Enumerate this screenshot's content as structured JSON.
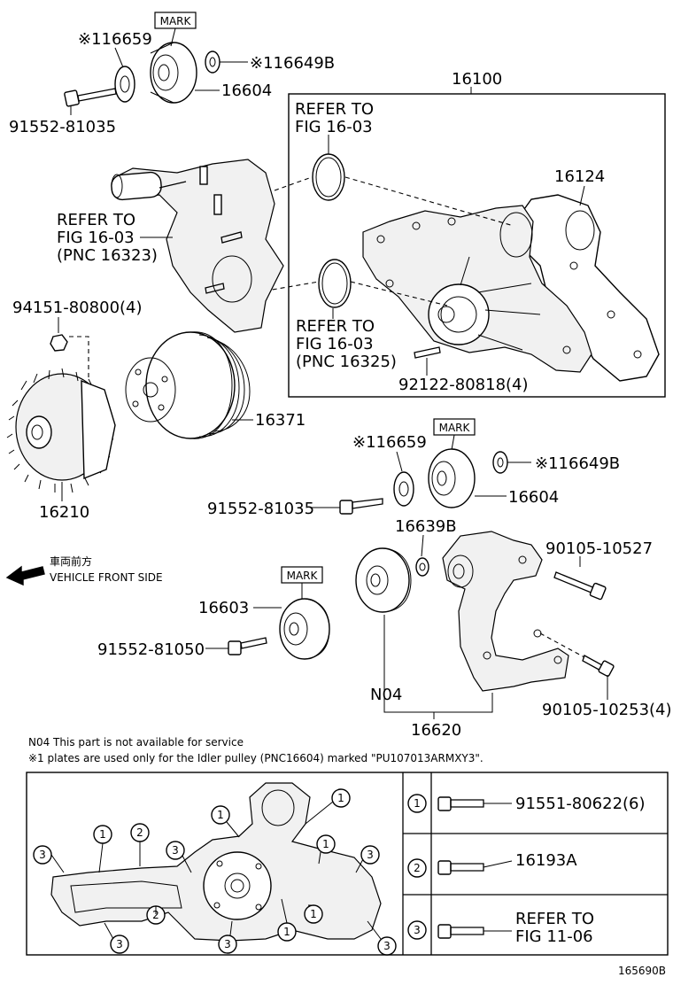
{
  "parts": {
    "p16659_top": "※116659",
    "p16649b_top": "※116649B",
    "p16604_top": "16604",
    "p9155281035_top": "91552-81035",
    "mark_top": "MARK",
    "p16100": "16100",
    "p16124": "16124",
    "p9415180800": "94151-80800(4)",
    "p16371": "16371",
    "p16210": "16210",
    "p9212280818": "92122-80818(4)",
    "p16659_mid": "※116659",
    "p16649b_mid": "※116649B",
    "p16604_mid": "16604",
    "p9155281035_mid": "91552-81035",
    "mark_mid": "MARK",
    "p16639b": "16639B",
    "p9010510527": "90105-10527",
    "mark_low": "MARK",
    "p16603": "16603",
    "p9155281050": "91552-81050",
    "n04": "N04",
    "p9010510253": "90105-10253(4)",
    "p16620": "16620"
  },
  "refs": {
    "ref1": [
      "REFER TO",
      "FIG 16-03"
    ],
    "ref2": [
      "REFER TO",
      "FIG 16-03",
      "(PNC 16323)"
    ],
    "ref3": [
      "REFER TO",
      "FIG 16-03",
      "(PNC 16325)"
    ]
  },
  "direction": {
    "jp": "車両前方",
    "en": "VEHICLE FRONT SIDE"
  },
  "notes": {
    "n04_note": "N04  This part is not available for service",
    "mark_note": "※1 plates are used only for the Idler pulley (PNC16604) marked \"PU107013ARMXY3\"."
  },
  "legend": [
    {
      "num": "1",
      "label": "91551-80622(6)"
    },
    {
      "num": "2",
      "label": "16193A"
    },
    {
      "num": "3",
      "label": "REFER TO",
      "label2": "FIG 11-06"
    }
  ],
  "bolt_callouts": {
    "one": "1",
    "two": "2",
    "three": "3"
  },
  "figure_id": "165690B"
}
